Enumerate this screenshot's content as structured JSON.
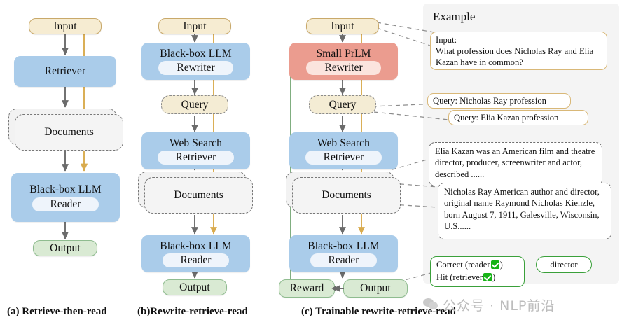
{
  "figure": {
    "panels": [
      {
        "id": "a",
        "caption": "(a) Retrieve-then-read",
        "nodes": [
          {
            "name": "input",
            "label": "Input"
          },
          {
            "name": "retriever",
            "label": "Retriever"
          },
          {
            "name": "documents",
            "label": "Documents"
          },
          {
            "name": "reader",
            "label": "Black-box LLM",
            "sublabel": "Reader"
          },
          {
            "name": "output",
            "label": "Output"
          }
        ]
      },
      {
        "id": "b",
        "caption": "(b)Rewrite-retrieve-read",
        "nodes": [
          {
            "name": "input",
            "label": "Input"
          },
          {
            "name": "rewriter",
            "label": "Black-box LLM",
            "sublabel": "Rewriter"
          },
          {
            "name": "query",
            "label": "Query"
          },
          {
            "name": "retriever",
            "label": "Web Search",
            "sublabel": "Retriever"
          },
          {
            "name": "documents",
            "label": "Documents"
          },
          {
            "name": "reader",
            "label": "Black-box LLM",
            "sublabel": "Reader"
          },
          {
            "name": "output",
            "label": "Output"
          }
        ]
      },
      {
        "id": "c",
        "caption": "(c) Trainable rewrite-retrieve-read",
        "nodes": [
          {
            "name": "input",
            "label": "Input"
          },
          {
            "name": "rewriter",
            "label": "Small PrLM",
            "sublabel": "Rewriter"
          },
          {
            "name": "query",
            "label": "Query"
          },
          {
            "name": "retriever",
            "label": "Web Search",
            "sublabel": "Retriever"
          },
          {
            "name": "documents",
            "label": "Documents"
          },
          {
            "name": "reader",
            "label": "Black-box LLM",
            "sublabel": "Reader"
          },
          {
            "name": "output",
            "label": "Output"
          },
          {
            "name": "reward",
            "label": "Reward"
          }
        ]
      }
    ],
    "example": {
      "title": "Example",
      "input_label": "Input:",
      "input_text": "What profession does Nicholas Ray and Elia Kazan have in common?",
      "query_1": "Query: Nicholas Ray profession",
      "query_2": "Query: Elia Kazan profession",
      "doc_1": "Elia Kazan was an American film and theatre director, producer, screenwriter and actor, described  ......",
      "doc_2": "Nicholas Ray American author and director, original name Raymond Nicholas Kienzle, born August 7, 1911, Galesville, Wisconsin, U.S......",
      "metric_correct": "Correct (reader",
      "metric_correct_tail": ")",
      "metric_hit": "Hit (retriever",
      "metric_hit_tail": ")",
      "answer": "director"
    },
    "watermark": "公众号 · NLP前沿",
    "colors": {
      "beige_fill": "#f6ecd2",
      "beige_border": "#c9a96a",
      "blue_fill": "#aaccea",
      "red_fill": "#eb9c8f",
      "green_fill": "#d9ead3",
      "green_border": "#8fbc8f",
      "docs_fill": "#f2f2f2",
      "docs_border": "#777777",
      "arrow_gray": "#6b6b6b",
      "arrow_gold": "#d9ab4e",
      "arrow_green": "#7aab7a",
      "check_green": "#17b317"
    }
  }
}
